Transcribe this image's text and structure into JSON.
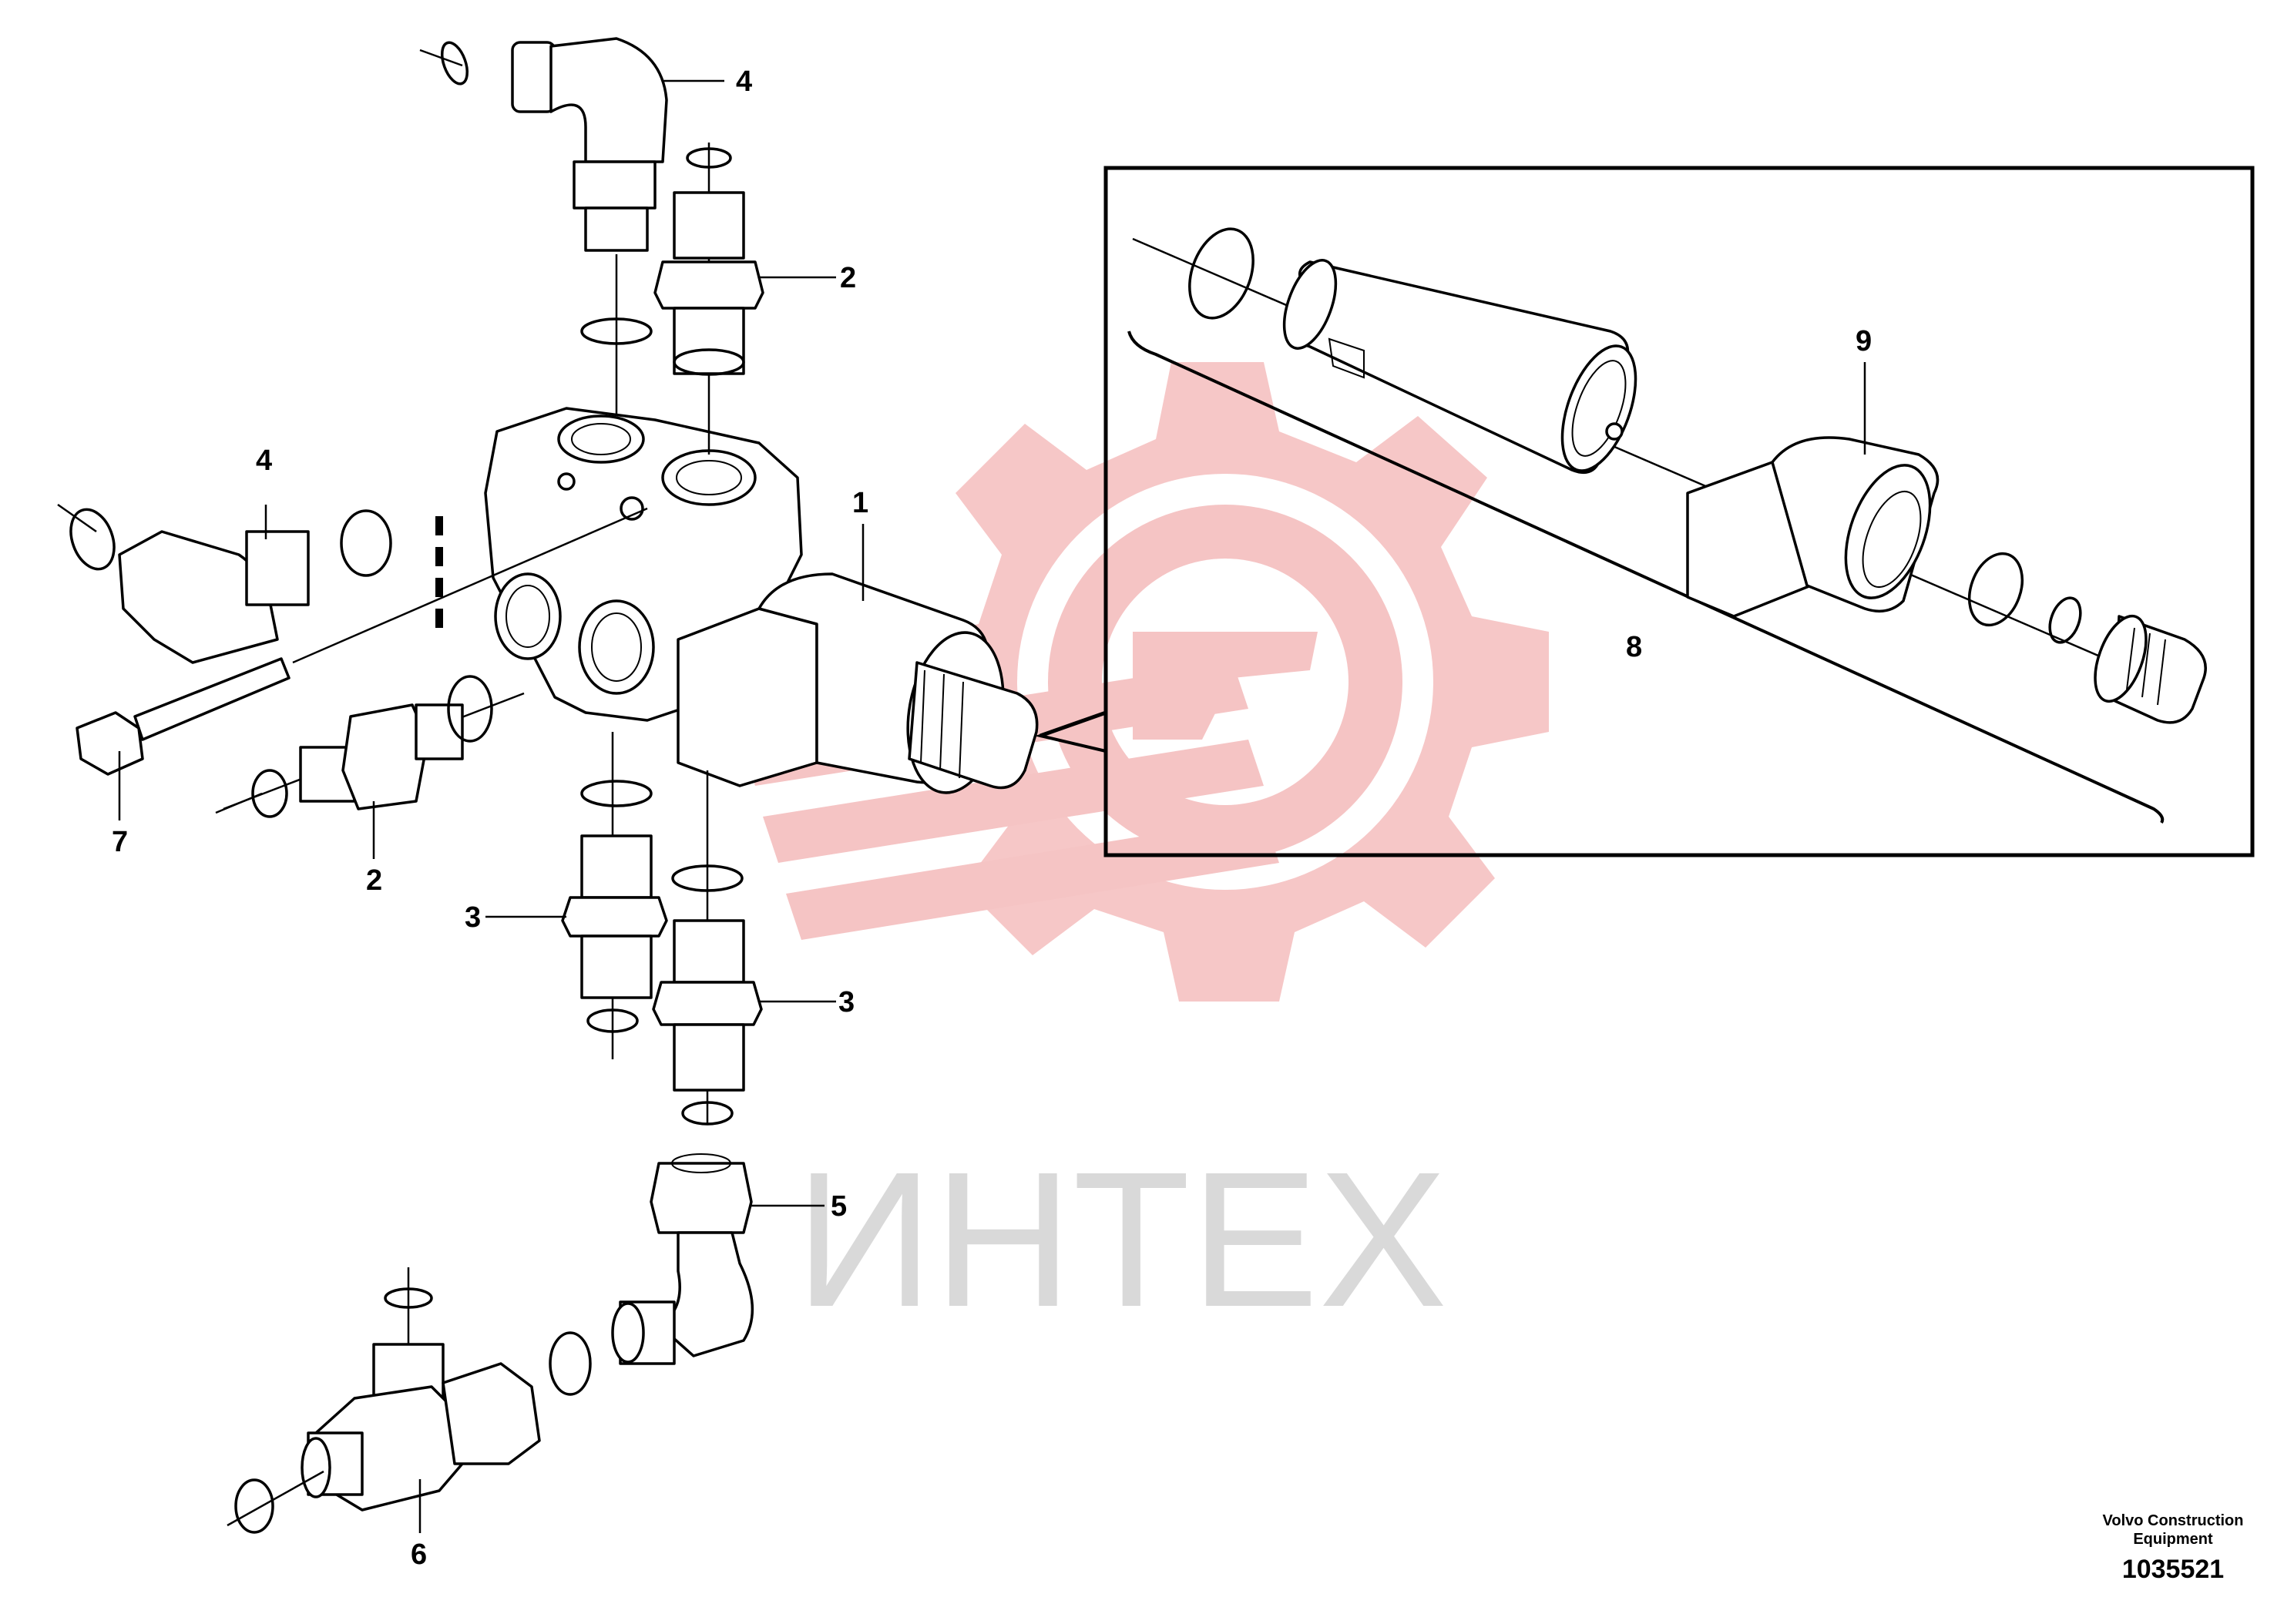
{
  "watermark": {
    "text": "ИНТЕХ",
    "gear_color": "#f5c4c4",
    "text_color": "#d9d9d9"
  },
  "callouts": [
    "1",
    "2",
    "2",
    "3",
    "3",
    "4",
    "4",
    "5",
    "6",
    "7",
    "8",
    "9"
  ],
  "footer": {
    "manufacturer_line1": "Volvo Construction",
    "manufacturer_line2": "Equipment",
    "drawing_number": "1035521"
  }
}
